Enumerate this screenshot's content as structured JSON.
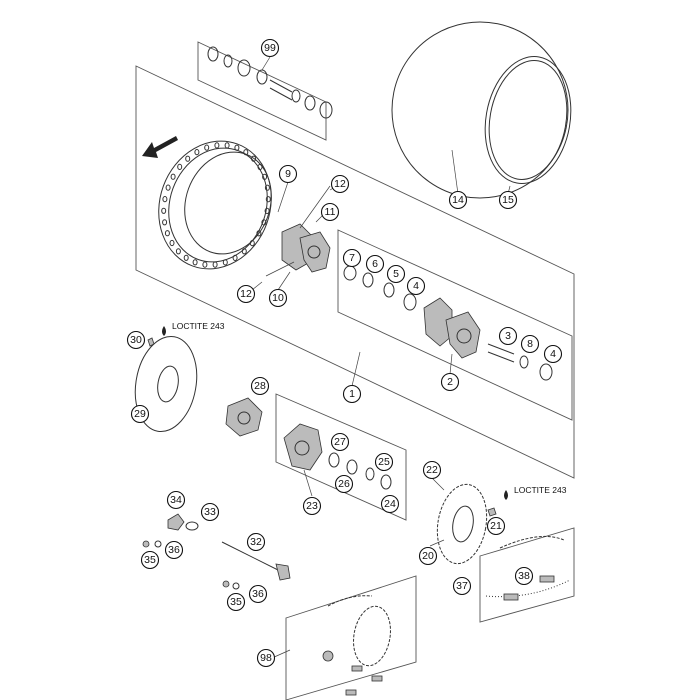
{
  "notes": {
    "loctite_left": "LOCTITE 243",
    "loctite_right": "LOCTITE 243"
  },
  "callouts": [
    {
      "id": "c99",
      "label": "99"
    },
    {
      "id": "c9",
      "label": "9"
    },
    {
      "id": "c12a",
      "label": "12"
    },
    {
      "id": "c11",
      "label": "11"
    },
    {
      "id": "c12b",
      "label": "12"
    },
    {
      "id": "c10",
      "label": "10"
    },
    {
      "id": "c14",
      "label": "14"
    },
    {
      "id": "c15",
      "label": "15"
    },
    {
      "id": "c7",
      "label": "7"
    },
    {
      "id": "c6",
      "label": "6"
    },
    {
      "id": "c5",
      "label": "5"
    },
    {
      "id": "c4a",
      "label": "4"
    },
    {
      "id": "c3",
      "label": "3"
    },
    {
      "id": "c8",
      "label": "8"
    },
    {
      "id": "c4b",
      "label": "4"
    },
    {
      "id": "c2",
      "label": "2"
    },
    {
      "id": "c1",
      "label": "1"
    },
    {
      "id": "c30",
      "label": "30"
    },
    {
      "id": "c29",
      "label": "29"
    },
    {
      "id": "c28",
      "label": "28"
    },
    {
      "id": "c27",
      "label": "27"
    },
    {
      "id": "c26",
      "label": "26"
    },
    {
      "id": "c25",
      "label": "25"
    },
    {
      "id": "c24",
      "label": "24"
    },
    {
      "id": "c23",
      "label": "23"
    },
    {
      "id": "c22",
      "label": "22"
    },
    {
      "id": "c21",
      "label": "21"
    },
    {
      "id": "c20",
      "label": "20"
    },
    {
      "id": "c34",
      "label": "34"
    },
    {
      "id": "c33",
      "label": "33"
    },
    {
      "id": "c36a",
      "label": "36"
    },
    {
      "id": "c35a",
      "label": "35"
    },
    {
      "id": "c32",
      "label": "32"
    },
    {
      "id": "c35b",
      "label": "35"
    },
    {
      "id": "c36b",
      "label": "36"
    },
    {
      "id": "c37",
      "label": "37"
    },
    {
      "id": "c38",
      "label": "38"
    },
    {
      "id": "c98",
      "label": "98"
    }
  ]
}
